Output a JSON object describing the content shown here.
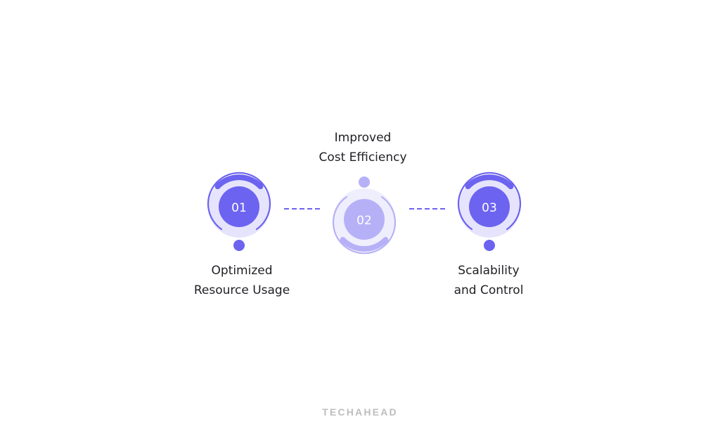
{
  "steps": [
    {
      "number": "01",
      "title_line1": "Optimized",
      "title_line2": "Resource Usage"
    },
    {
      "number": "02",
      "title_line1": "Improved",
      "title_line2": "Cost Efficiency"
    },
    {
      "number": "03",
      "title_line1": "Scalability",
      "title_line2": "and Control"
    }
  ],
  "brand": {
    "text": "TECHAHEAD"
  },
  "colors": {
    "accent": "#6c63f0",
    "accent_light": "#b6b1f7",
    "accent_pale": "#e6e4fc",
    "text": "#1f1f24",
    "brand_gray": "#bdbdbd"
  }
}
